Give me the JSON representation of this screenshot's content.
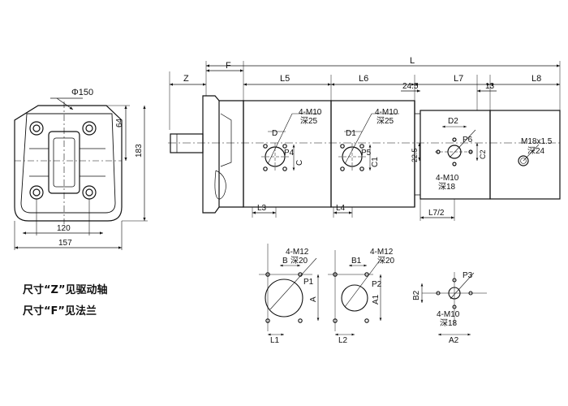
{
  "notes": {
    "drive_shaft": "尺寸“Z”见驱动轴",
    "flange": "尺寸“F”见法兰"
  },
  "front_view": {
    "diameter": "Φ150",
    "offset": "64",
    "height": "183",
    "bolt_span": "120",
    "width": "157"
  },
  "side_view": {
    "z": "Z",
    "f": "F",
    "l": "L",
    "l5": "L5",
    "l6": "L6",
    "l7": "L7",
    "l8": "L8",
    "d24_5": "24.5",
    "d13": "13",
    "d22_5": "22.5",
    "l3": "L3",
    "l4": "L4",
    "l7_half": "L7/2",
    "port1": {
      "d": "D",
      "p": "P4",
      "c": "C",
      "thread": "4-M10",
      "depth": "深25"
    },
    "port2": {
      "d": "D1",
      "p": "P5",
      "c": "C1",
      "thread": "4-M10",
      "depth": "深25"
    },
    "port3": {
      "d": "D2",
      "p": "P6",
      "c": "C2",
      "thread": "4-M10",
      "depth": "深18"
    },
    "end_port": {
      "thread": "M18x1.5",
      "depth": "深24"
    }
  },
  "flanges": [
    {
      "b": "B",
      "p": "P1",
      "a": "A",
      "l": "L1",
      "thread": "4-M12",
      "depth": "深20"
    },
    {
      "b": "B1",
      "p": "P2",
      "a": "A1",
      "l": "L2",
      "thread": "4-M12",
      "depth": "深20"
    },
    {
      "b": "B2",
      "p": "P3",
      "a": "A2",
      "thread": "4-M10",
      "depth": "深18"
    }
  ]
}
